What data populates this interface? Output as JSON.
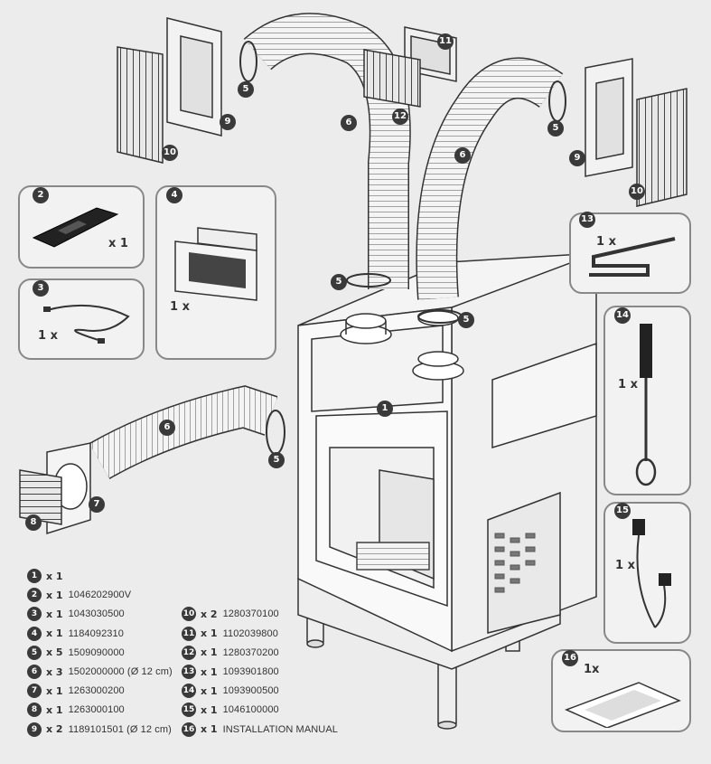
{
  "diagram": {
    "callouts": {
      "c1": "1",
      "c2": "2",
      "c3": "3",
      "c4": "4",
      "c5": "5",
      "c6": "6",
      "c7": "7",
      "c8": "8",
      "c9": "9",
      "c10": "10",
      "c11": "11",
      "c12": "12",
      "c13": "13",
      "c14": "14",
      "c15": "15",
      "c16": "16"
    },
    "panel_quantities": {
      "p2": "x 1",
      "p3": "1 x",
      "p4": "1 x",
      "p13": "1 x",
      "p14": "1 x",
      "p15": "1 x",
      "p16": "1x"
    },
    "legend": [
      {
        "num": "1",
        "qty": "x 1",
        "code": ""
      },
      {
        "num": "2",
        "qty": "x 1",
        "code": "1046202900V"
      },
      {
        "num": "3",
        "qty": "x 1",
        "code": "1043030500"
      },
      {
        "num": "4",
        "qty": "x 1",
        "code": "1184092310"
      },
      {
        "num": "5",
        "qty": "x 5",
        "code": "1509090000"
      },
      {
        "num": "6",
        "qty": "x 3",
        "code": "1502000000 (Ø 12 cm)"
      },
      {
        "num": "7",
        "qty": "x 1",
        "code": "1263000200"
      },
      {
        "num": "8",
        "qty": "x 1",
        "code": "1263000100"
      },
      {
        "num": "9",
        "qty": "x 2",
        "code": "1189101501 (Ø 12 cm)"
      },
      {
        "num": "10",
        "qty": "x 2",
        "code": "1280370100"
      },
      {
        "num": "11",
        "qty": "x 1",
        "code": "1102039800"
      },
      {
        "num": "12",
        "qty": "x 1",
        "code": "1280370200"
      },
      {
        "num": "13",
        "qty": "x 1",
        "code": "1093901800"
      },
      {
        "num": "14",
        "qty": "x 1",
        "code": "1093900500"
      },
      {
        "num": "15",
        "qty": "x 1",
        "code": "1046100000"
      },
      {
        "num": "16",
        "qty": "x 1",
        "code": "INSTALLATION MANUAL"
      }
    ]
  }
}
